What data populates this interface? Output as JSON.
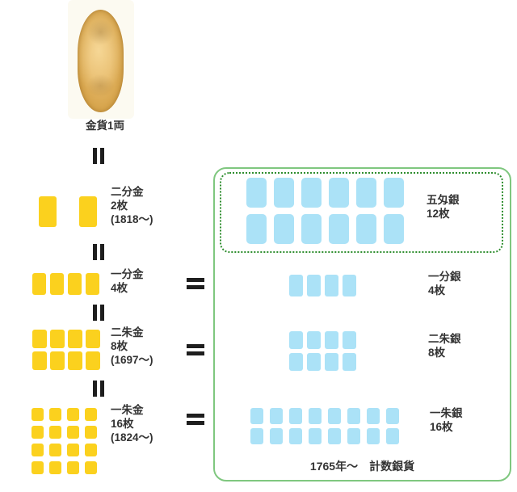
{
  "colors": {
    "gold": "#FBD11E",
    "silver": "#ABE2F7",
    "box_green": "#7FC77F",
    "dotted_green": "#2F8E2F",
    "text": "#333333",
    "equals": "#1E1E1E",
    "koban_gold": "#D9A84F",
    "photo_bg": "#FCFAF1"
  },
  "koban": {
    "label": "金貨1両"
  },
  "gold": {
    "rows": [
      {
        "name": "nibukin",
        "lines": [
          "二分金",
          "2枚",
          "(1818〜)"
        ],
        "count": 2,
        "grid": {
          "rows": 1,
          "cols": 2
        }
      },
      {
        "name": "ichibukin",
        "lines": [
          "一分金",
          "4枚"
        ],
        "count": 4,
        "grid": {
          "rows": 1,
          "cols": 4
        }
      },
      {
        "name": "nishukin",
        "lines": [
          "二朱金",
          "8枚",
          "(1697〜)"
        ],
        "count": 8,
        "grid": {
          "rows": 2,
          "cols": 4
        }
      },
      {
        "name": "isshukin",
        "lines": [
          "一朱金",
          "16枚",
          "(1824〜)"
        ],
        "count": 16,
        "grid": {
          "rows": 4,
          "cols": 4
        }
      }
    ]
  },
  "silver": {
    "caption": "1765年〜　計数銀貨",
    "gomonme": {
      "lines": [
        "五匁銀",
        "12枚"
      ],
      "count": 12,
      "grid": {
        "rows": 2,
        "cols": 6
      }
    },
    "rows": [
      {
        "name": "ichibugin",
        "lines": [
          "一分銀",
          "4枚"
        ],
        "count": 4,
        "grid": {
          "rows": 1,
          "cols": 4
        }
      },
      {
        "name": "nishugin",
        "lines": [
          "二朱銀",
          "8枚"
        ],
        "count": 8,
        "grid": {
          "rows": 2,
          "cols": 4
        }
      },
      {
        "name": "isshugin",
        "lines": [
          "一朱銀",
          "16枚"
        ],
        "count": 16,
        "grid": {
          "rows": 2,
          "cols": 8
        }
      }
    ]
  }
}
